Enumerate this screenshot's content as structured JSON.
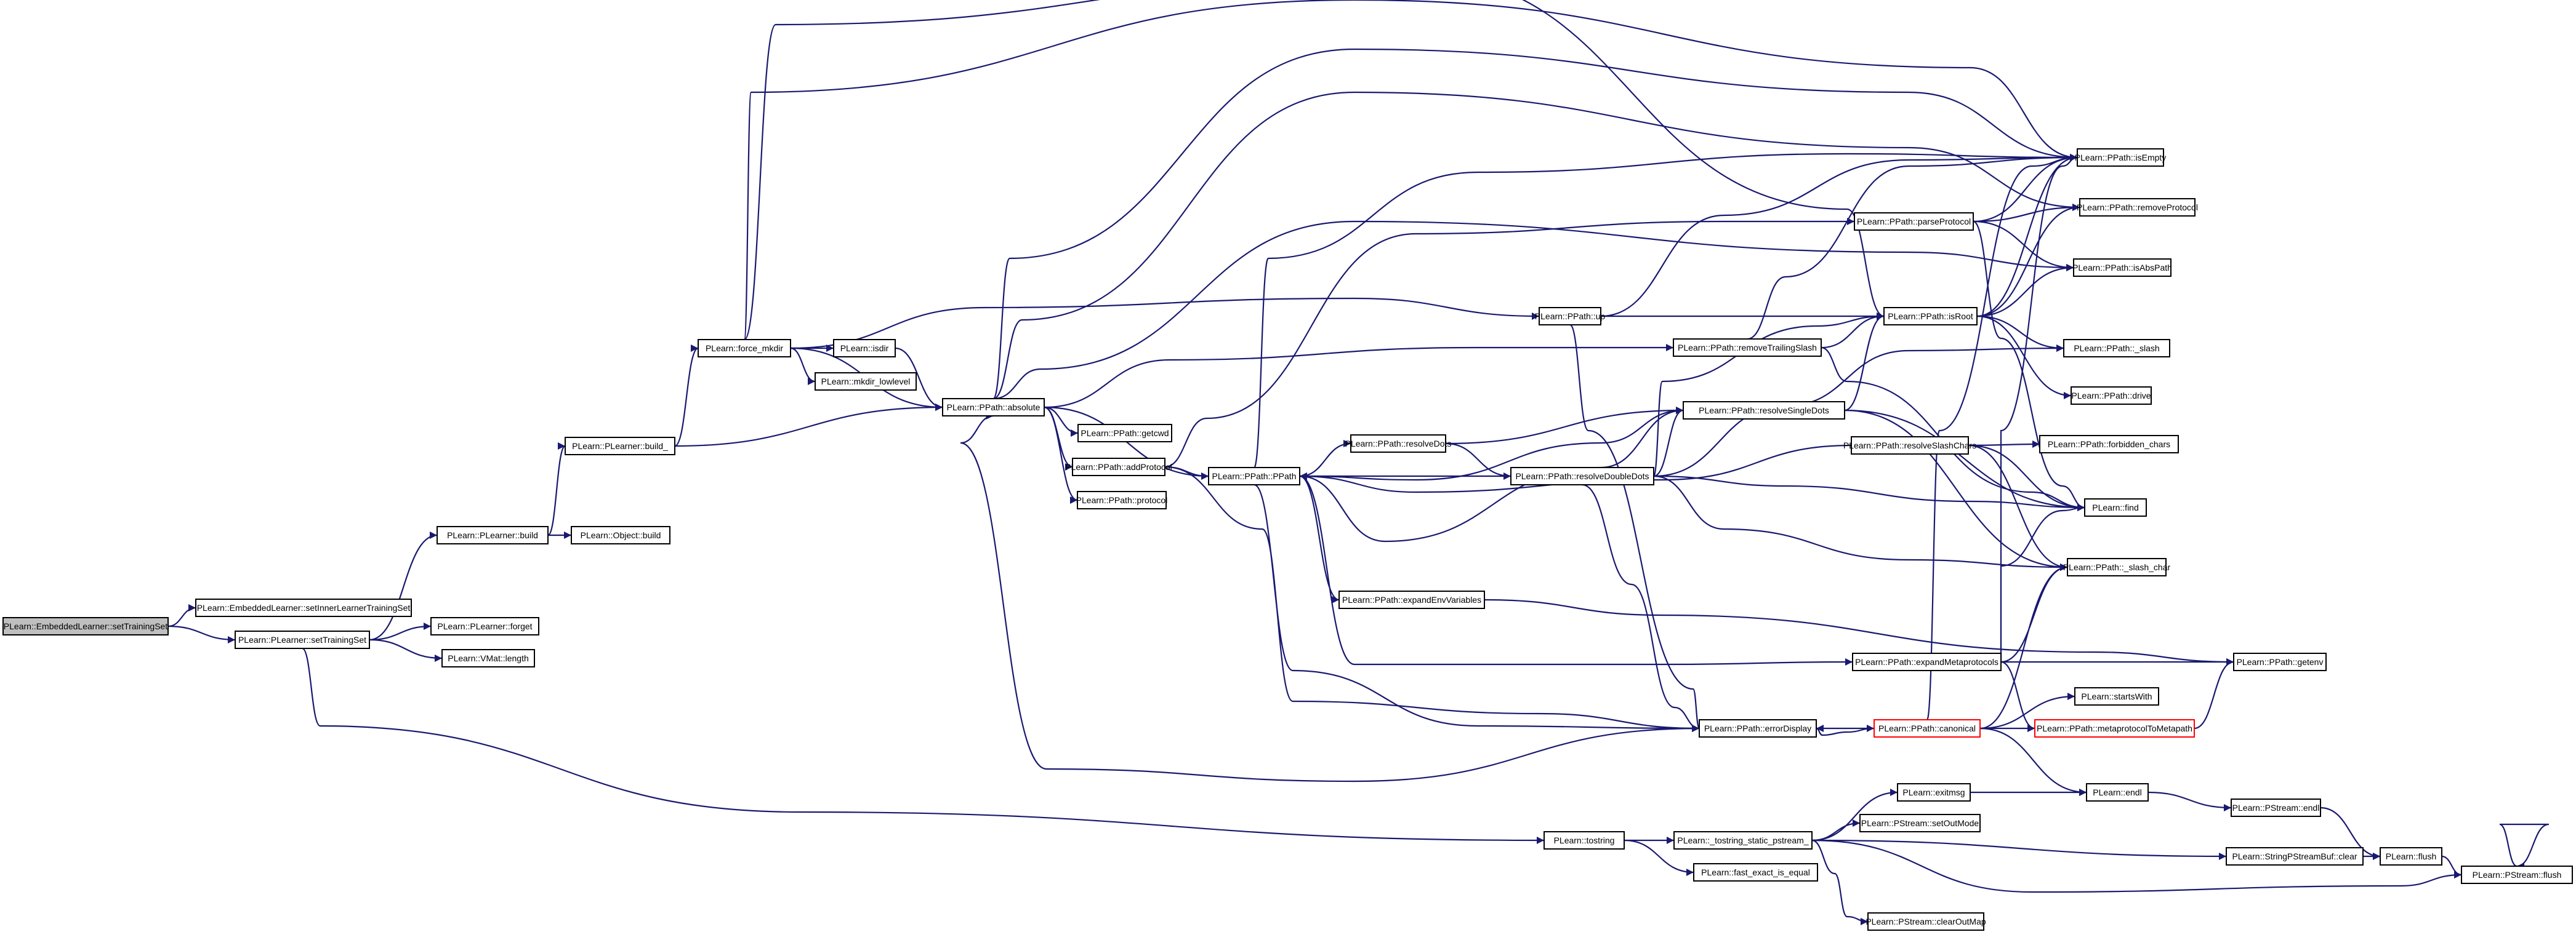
{
  "colors": {
    "edge": "#191970",
    "node_border": "#000000",
    "truncated_border": "#ff0000",
    "root_fill": "#bfbfbf",
    "node_fill": "#ffffff"
  },
  "nodes": [
    {
      "id": "n0",
      "label": "PLearn::EmbeddedLearner::setTrainingSet"
    },
    {
      "id": "n1",
      "label": "PLearn::EmbeddedLearner::setInnerLearnerTrainingSet"
    },
    {
      "id": "n2",
      "label": "PLearn::PLearner::setTrainingSet"
    },
    {
      "id": "n3",
      "label": "PLearn::PLearner::build"
    },
    {
      "id": "n4",
      "label": "PLearn::PLearner::forget"
    },
    {
      "id": "n5",
      "label": "PLearn::VMat::length"
    },
    {
      "id": "n6",
      "label": "PLearn::tostring"
    },
    {
      "id": "n7",
      "label": "PLearn::PLearner::build_"
    },
    {
      "id": "n8",
      "label": "PLearn::Object::build"
    },
    {
      "id": "n9",
      "label": "PLearn::force_mkdir"
    },
    {
      "id": "n10",
      "label": "PLearn::isdir"
    },
    {
      "id": "n11",
      "label": "PLearn::mkdir_lowlevel"
    },
    {
      "id": "n12",
      "label": "PLearn::PPath::absolute"
    },
    {
      "id": "n13",
      "label": "PLearn::PPath::getcwd"
    },
    {
      "id": "n14",
      "label": "PLearn::PPath::addProtocol"
    },
    {
      "id": "n15",
      "label": "PLearn::PPath::protocol"
    },
    {
      "id": "n16",
      "label": "PLearn::PPath::PPath"
    },
    {
      "id": "n17",
      "label": "PLearn::PPath::resolveDots"
    },
    {
      "id": "n18",
      "label": "PLearn::PPath::expandEnvVariables"
    },
    {
      "id": "n19",
      "label": "PLearn::PPath::resolveDoubleDots"
    },
    {
      "id": "n20",
      "label": "PLearn::PPath::up"
    },
    {
      "id": "n21",
      "label": "PLearn::PPath::removeTrailingSlash"
    },
    {
      "id": "n22",
      "label": "PLearn::PPath::parseProtocol"
    },
    {
      "id": "n23",
      "label": "PLearn::PPath::isRoot"
    },
    {
      "id": "n24",
      "label": "PLearn::PPath::resolveSingleDots"
    },
    {
      "id": "n25",
      "label": "PLearn::PPath::resolveSlashChars"
    },
    {
      "id": "n26",
      "label": "PLearn::PPath::expandMetaprotocols"
    },
    {
      "id": "n27",
      "label": "PLearn::PPath::errorDisplay"
    },
    {
      "id": "n28",
      "label": "PLearn::PPath::canonical"
    },
    {
      "id": "n29",
      "label": "PLearn::PPath::metaprotocolToMetapath"
    },
    {
      "id": "n30",
      "label": "PLearn::startsWith"
    },
    {
      "id": "n31",
      "label": "PLearn::PPath::isEmpty"
    },
    {
      "id": "n32",
      "label": "PLearn::PPath::removeProtocol"
    },
    {
      "id": "n33",
      "label": "PLearn::PPath::isAbsPath"
    },
    {
      "id": "n34",
      "label": "PLearn::PPath::_slash"
    },
    {
      "id": "n35",
      "label": "PLearn::PPath::drive"
    },
    {
      "id": "n36",
      "label": "PLearn::PPath::forbidden_chars"
    },
    {
      "id": "n37",
      "label": "PLearn::find"
    },
    {
      "id": "n38",
      "label": "PLearn::PPath::_slash_char"
    },
    {
      "id": "n39",
      "label": "PLearn::PPath::getenv"
    },
    {
      "id": "n40",
      "label": "PLearn::exitmsg"
    },
    {
      "id": "n41",
      "label": "PLearn::endl"
    },
    {
      "id": "n42",
      "label": "PLearn::_tostring_static_pstream_"
    },
    {
      "id": "n43",
      "label": "PLearn::PStream::setOutMode"
    },
    {
      "id": "n44",
      "label": "PLearn::fast_exact_is_equal"
    },
    {
      "id": "n45",
      "label": "PLearn::PStream::clearOutMap"
    },
    {
      "id": "n46",
      "label": "PLearn::PStream::endl"
    },
    {
      "id": "n47",
      "label": "PLearn::StringPStreamBuf::clear"
    },
    {
      "id": "n48",
      "label": "PLearn::flush"
    },
    {
      "id": "n49",
      "label": "PLearn::PStream::flush"
    }
  ]
}
